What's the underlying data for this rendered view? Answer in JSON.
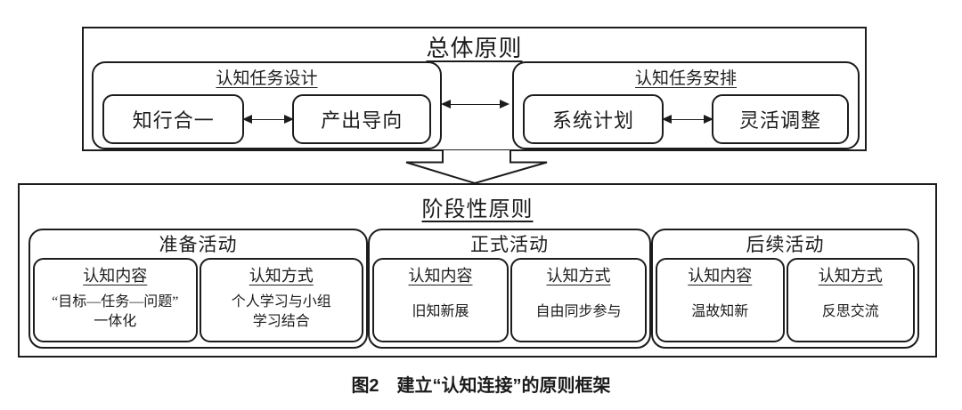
{
  "palette": {
    "ink": "#1c1c1c",
    "background": "#ffffff"
  },
  "top_section": {
    "title": "总体原则",
    "groups": [
      {
        "title": "认知任务设计",
        "items": [
          "知行合一",
          "产出导向"
        ]
      },
      {
        "title": "认知任务安排",
        "items": [
          "系统计划",
          "灵活调整"
        ]
      }
    ]
  },
  "bottom_section": {
    "title": "阶段性原则",
    "groups": [
      {
        "title": "准备活动",
        "boxes": [
          {
            "title": "认知内容",
            "content": "“目标—任务—问题”\n一体化"
          },
          {
            "title": "认知方式",
            "content": "个人学习与小组\n学习结合"
          }
        ]
      },
      {
        "title": "正式活动",
        "boxes": [
          {
            "title": "认知内容",
            "content": "旧知新展"
          },
          {
            "title": "认知方式",
            "content": "自由同步参与"
          }
        ]
      },
      {
        "title": "后续活动",
        "boxes": [
          {
            "title": "认知内容",
            "content": "温故知新"
          },
          {
            "title": "认知方式",
            "content": "反思交流"
          }
        ]
      }
    ]
  },
  "caption": "图2　建立“认知连接”的原则框架"
}
